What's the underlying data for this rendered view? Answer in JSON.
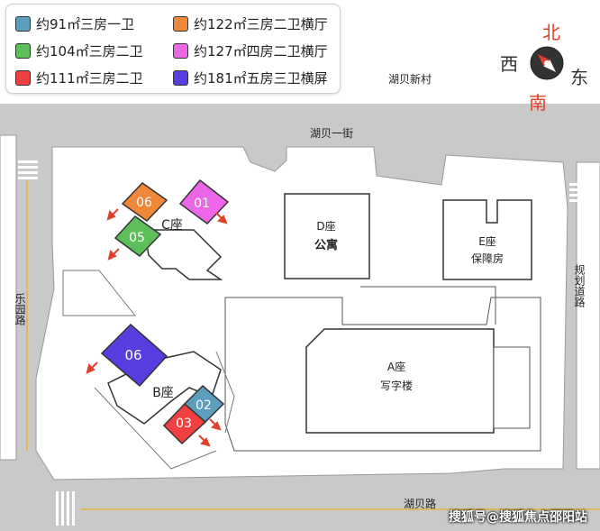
{
  "legend": [
    {
      "label": "约91㎡三房一卫",
      "color": "#5b9fbf"
    },
    {
      "label": "约104㎡三房二卫",
      "color": "#5cbf5a"
    },
    {
      "label": "约111㎡三房二卫",
      "color": "#f04040"
    },
    {
      "label": "约122㎡三房二卫横厅",
      "color": "#f0883a"
    },
    {
      "label": "约127㎡四房二卫横厅",
      "color": "#ee66e8"
    },
    {
      "label": "约181㎡五房三卫横屏",
      "color": "#5a3de0"
    }
  ],
  "compass": {
    "north": "北",
    "south": "南",
    "east": "东",
    "west": "西",
    "north_color": "#e0402a"
  },
  "places": {
    "village": "湖贝新村",
    "road_top": "湖贝一街",
    "road_left": "乐园路",
    "road_right": "规划道路",
    "road_bottom": "湖贝路"
  },
  "buildings": {
    "c": "C座",
    "b": "B座",
    "d": "D座",
    "d_use": "公寓",
    "e": "E座",
    "e_use": "保障房",
    "a": "A座",
    "a_use": "写字楼"
  },
  "units": {
    "c06": "06",
    "c01": "01",
    "c05": "05",
    "b06": "06",
    "b02": "02",
    "b03": "03"
  },
  "watermark": "搜狐号@搜狐焦点邵阳站"
}
